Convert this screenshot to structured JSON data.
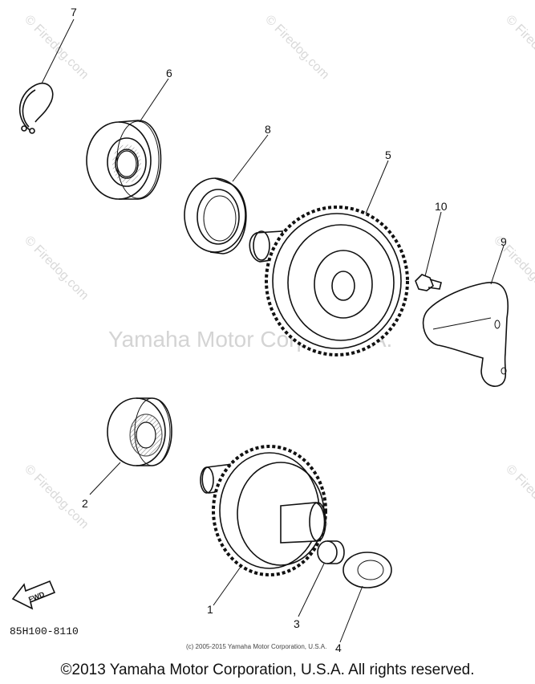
{
  "diagram": {
    "part_code": "85H100-8110",
    "fwd_label": "FWD",
    "small_copyright": "(c) 2005-2015 Yamaha Motor Corporation, U.S.A.",
    "callouts": [
      "1",
      "2",
      "3",
      "4",
      "5",
      "6",
      "7",
      "8",
      "9",
      "10"
    ]
  },
  "watermarks": {
    "site": "© Firedog.com",
    "brand": "Yamaha Motor Corp., U.S.A."
  },
  "footer": {
    "copyright": "©2013 Yamaha Motor Corporation, U.S.A. All rights reserved."
  }
}
